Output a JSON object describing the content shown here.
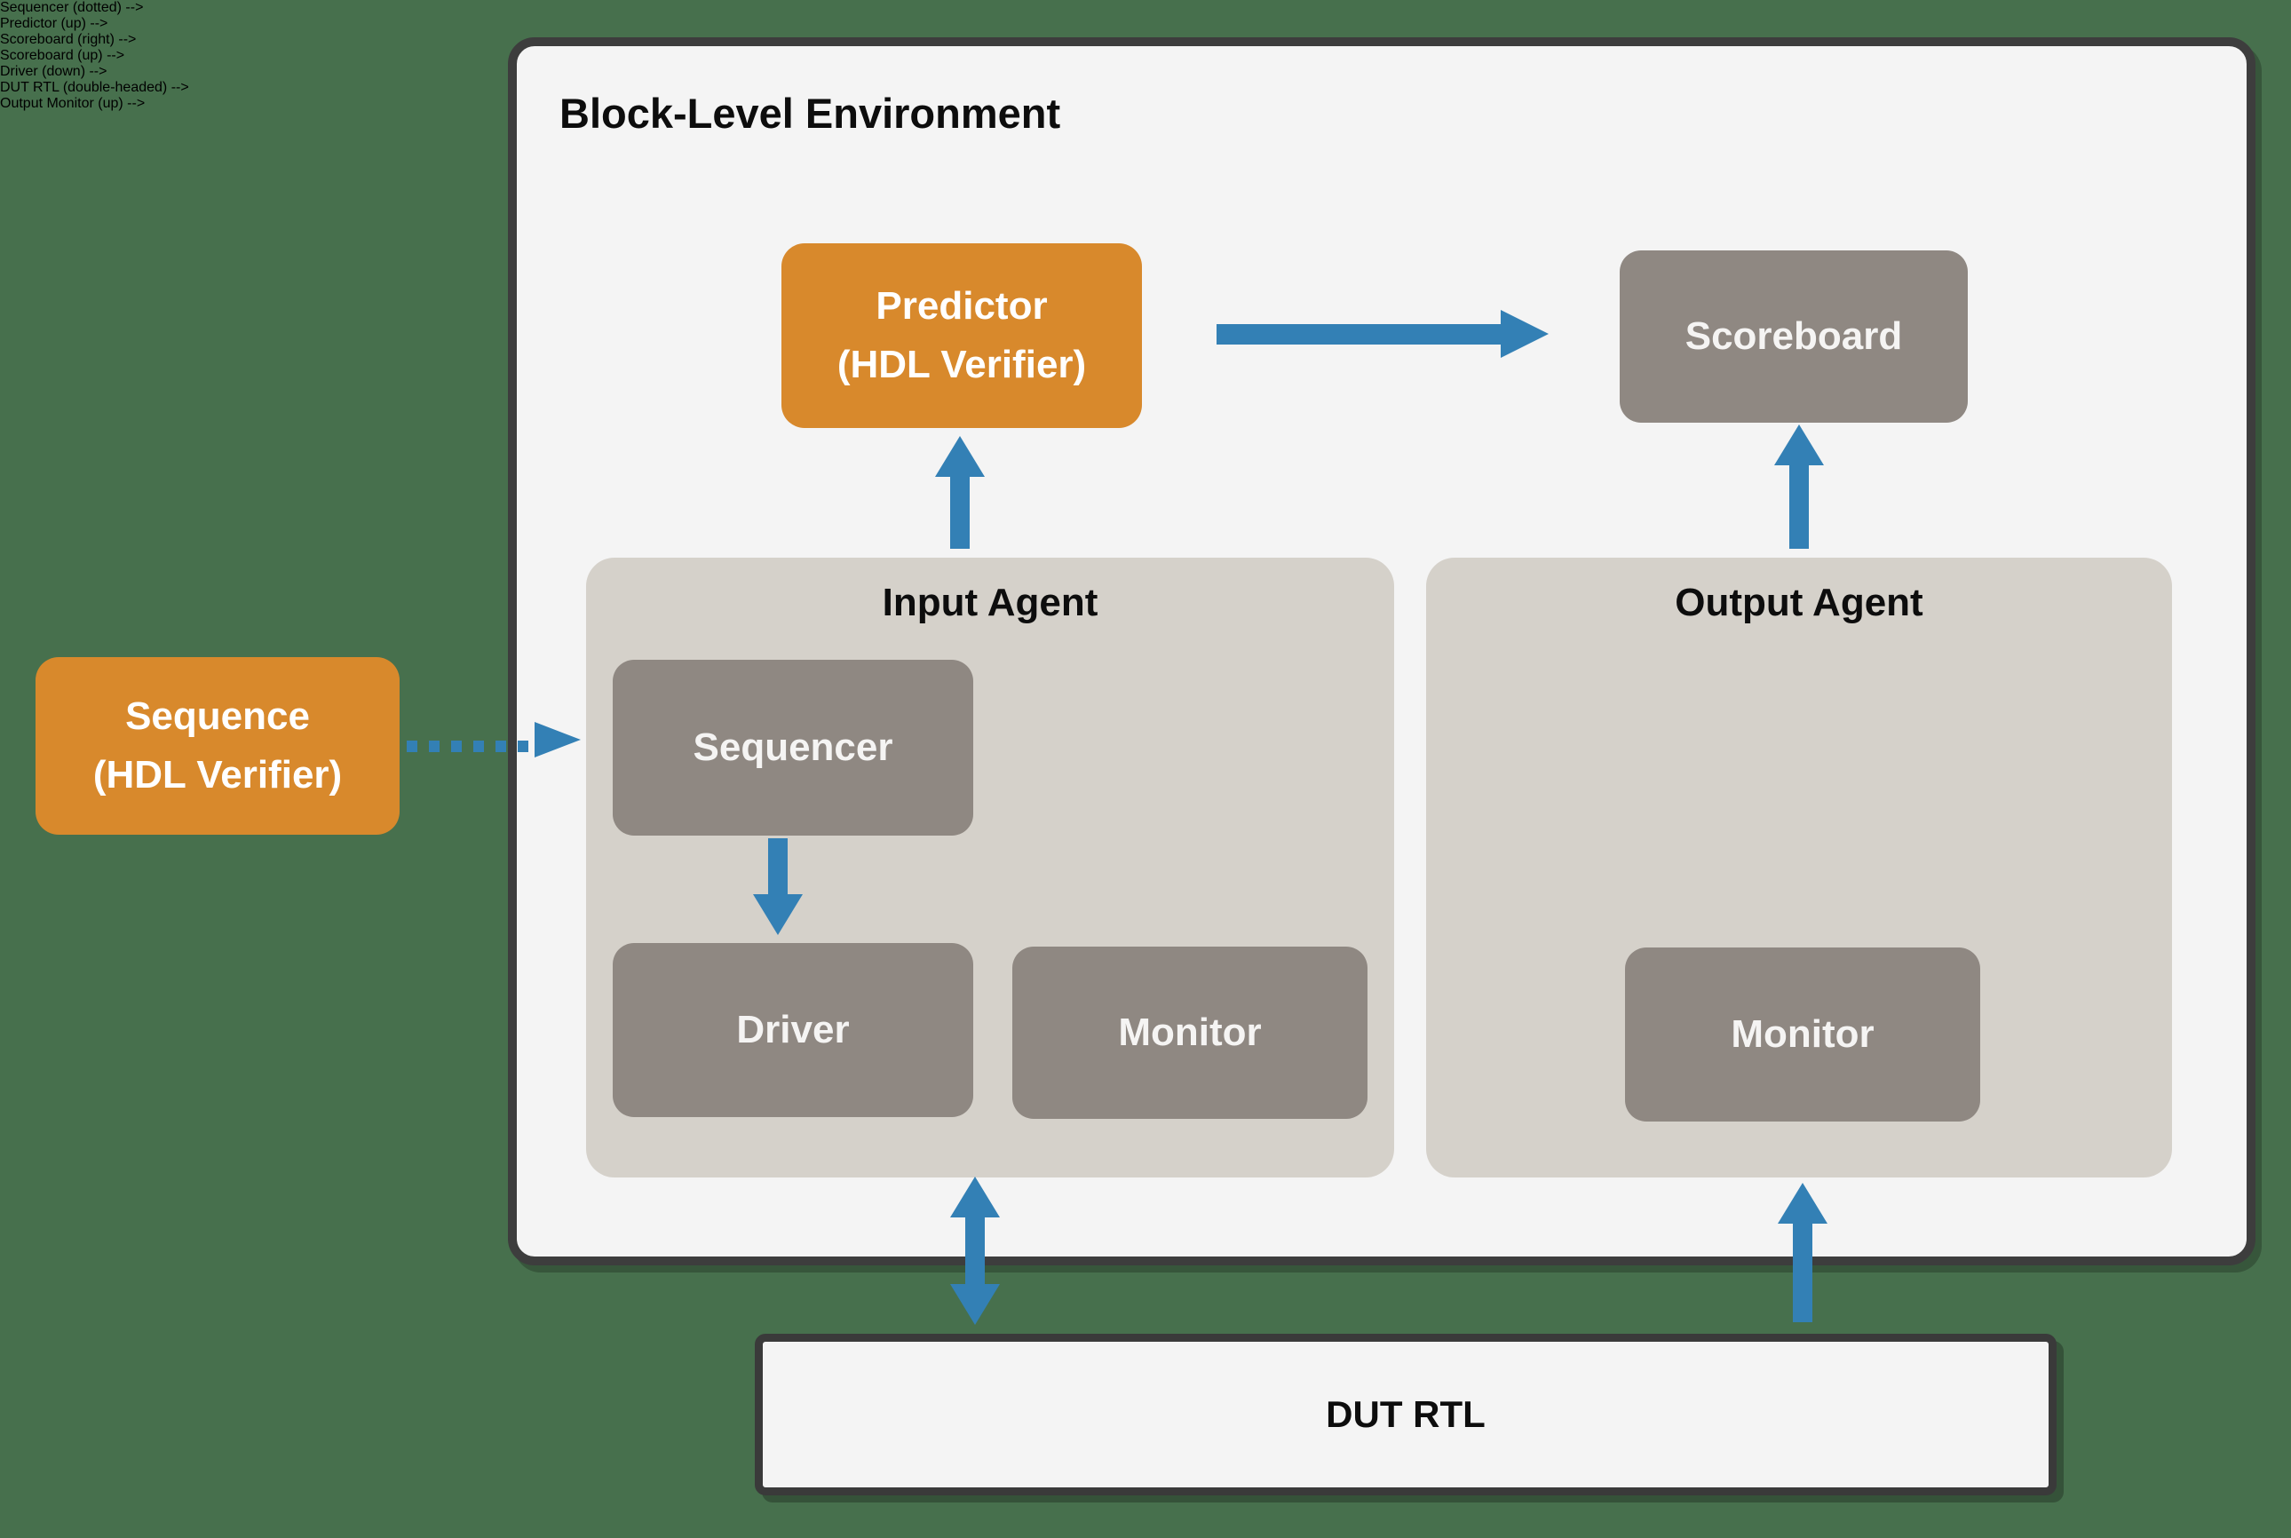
{
  "background_color": "#47704d",
  "colors": {
    "accent_blue": "#3380b5",
    "orange": "#d8892c",
    "gray_box": "#8f8882",
    "panel_tan": "#d5d1ca",
    "env_fill": "#f4f4f4",
    "border_dark": "#3d3d3d"
  },
  "environment": {
    "title": "Block-Level Environment",
    "predictor": {
      "line1": "Predictor",
      "line2": "(HDL Verifier)"
    },
    "scoreboard": {
      "label": "Scoreboard"
    },
    "input_agent": {
      "title": "Input Agent",
      "sequencer_label": "Sequencer",
      "driver_label": "Driver",
      "monitor_label": "Monitor"
    },
    "output_agent": {
      "title": "Output Agent",
      "monitor_label": "Monitor"
    }
  },
  "sequence": {
    "line1": "Sequence",
    "line2": "(HDL Verifier)"
  },
  "dut": {
    "label": "DUT RTL"
  },
  "connections": [
    {
      "from": "sequence",
      "to": "input-agent-sequencer",
      "style": "dotted",
      "direction": "right"
    },
    {
      "from": "input-agent",
      "to": "predictor",
      "style": "solid",
      "direction": "up"
    },
    {
      "from": "predictor",
      "to": "scoreboard",
      "style": "solid",
      "direction": "right"
    },
    {
      "from": "output-agent",
      "to": "scoreboard",
      "style": "solid",
      "direction": "up"
    },
    {
      "from": "sequencer",
      "to": "driver",
      "style": "solid",
      "direction": "down"
    },
    {
      "from": "input-agent",
      "to": "dut-rtl",
      "style": "solid",
      "direction": "both"
    },
    {
      "from": "dut-rtl",
      "to": "output-agent-monitor",
      "style": "solid",
      "direction": "up"
    }
  ]
}
